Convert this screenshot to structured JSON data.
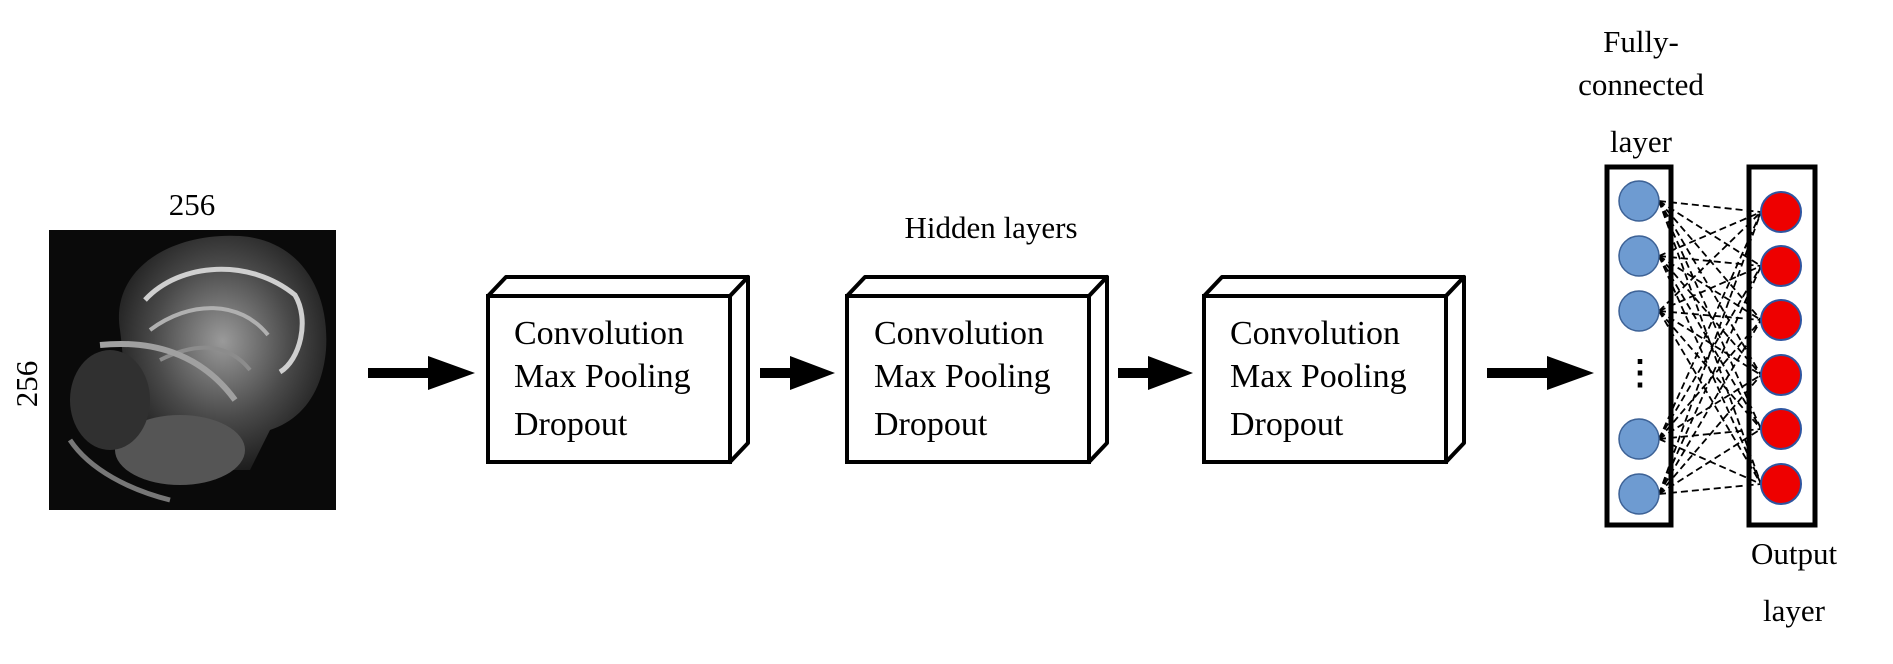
{
  "input": {
    "width_label": "256",
    "height_label": "256"
  },
  "hidden_layers_label": "Hidden layers",
  "blocks": [
    {
      "line1": "Convolution",
      "line2": "Max Pooling",
      "line3": "Dropout"
    },
    {
      "line1": "Convolution",
      "line2": "Max Pooling",
      "line3": "Dropout"
    },
    {
      "line1": "Convolution",
      "line2": "Max Pooling",
      "line3": "Dropout"
    }
  ],
  "fc_layer": {
    "label_line1": "Fully-",
    "label_line2": "connected",
    "label_line3": "layer",
    "ellipsis": "⋮",
    "node_color": "#6e9bd1"
  },
  "output_layer": {
    "label_line1": "Output",
    "label_line2": "layer",
    "node_color": "#ee0000"
  }
}
